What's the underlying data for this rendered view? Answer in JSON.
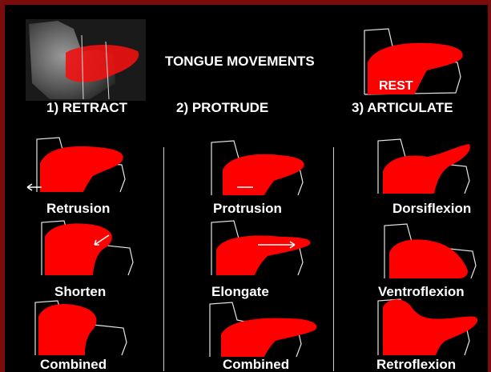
{
  "title": "TONGUE MOVEMENTS",
  "headers": [
    "1) RETRACT",
    "2)  PROTRUDE",
    "3)  ARTICULATE"
  ],
  "rest_label": "REST",
  "captions": {
    "retrusion": "Retrusion",
    "protrusion": "Protrusion",
    "dorsiflexion": "Dorsiflexion",
    "shorten": "Shorten",
    "elongate": "Elongate",
    "ventroflexion": "Ventroflexion",
    "combined_retract": "Combined",
    "combined_protrude": "Combined",
    "retroflexion": "Retroflexion"
  },
  "colors": {
    "tongue": "#ff0000",
    "outline": "#e6e6e6",
    "background": "#000000",
    "border": "#7a0c0c"
  }
}
